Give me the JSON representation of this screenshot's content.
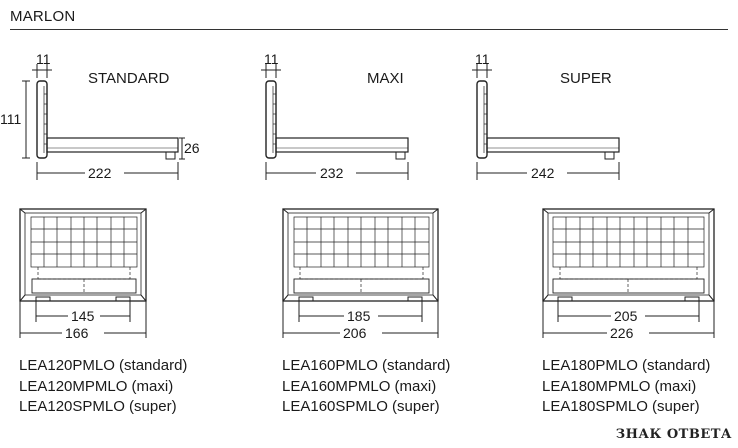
{
  "title": "MARLON",
  "side_views": [
    {
      "label": "STANDARD",
      "headboard_thickness": "11",
      "height": "111",
      "leg_height": "26",
      "length": "222"
    },
    {
      "label": "MAXI",
      "headboard_thickness": "11",
      "length": "232"
    },
    {
      "label": "SUPER",
      "headboard_thickness": "11",
      "length": "242"
    }
  ],
  "top_views": [
    {
      "inner_width": "145",
      "outer_width": "166",
      "codes": [
        "LEA120PMLO (standard)",
        "LEA120MPMLO (maxi)",
        "LEA120SPMLO (super)"
      ]
    },
    {
      "inner_width": "185",
      "outer_width": "206",
      "codes": [
        "LEA160PMLO (standard)",
        "LEA160MPMLO (maxi)",
        "LEA160SPMLO (super)"
      ]
    },
    {
      "inner_width": "205",
      "outer_width": "226",
      "codes": [
        "LEA180PMLO (standard)",
        "LEA180MPMLO (maxi)",
        "LEA180SPMLO (super)"
      ]
    }
  ],
  "watermark": "ЗНАК ОТВЕТА"
}
